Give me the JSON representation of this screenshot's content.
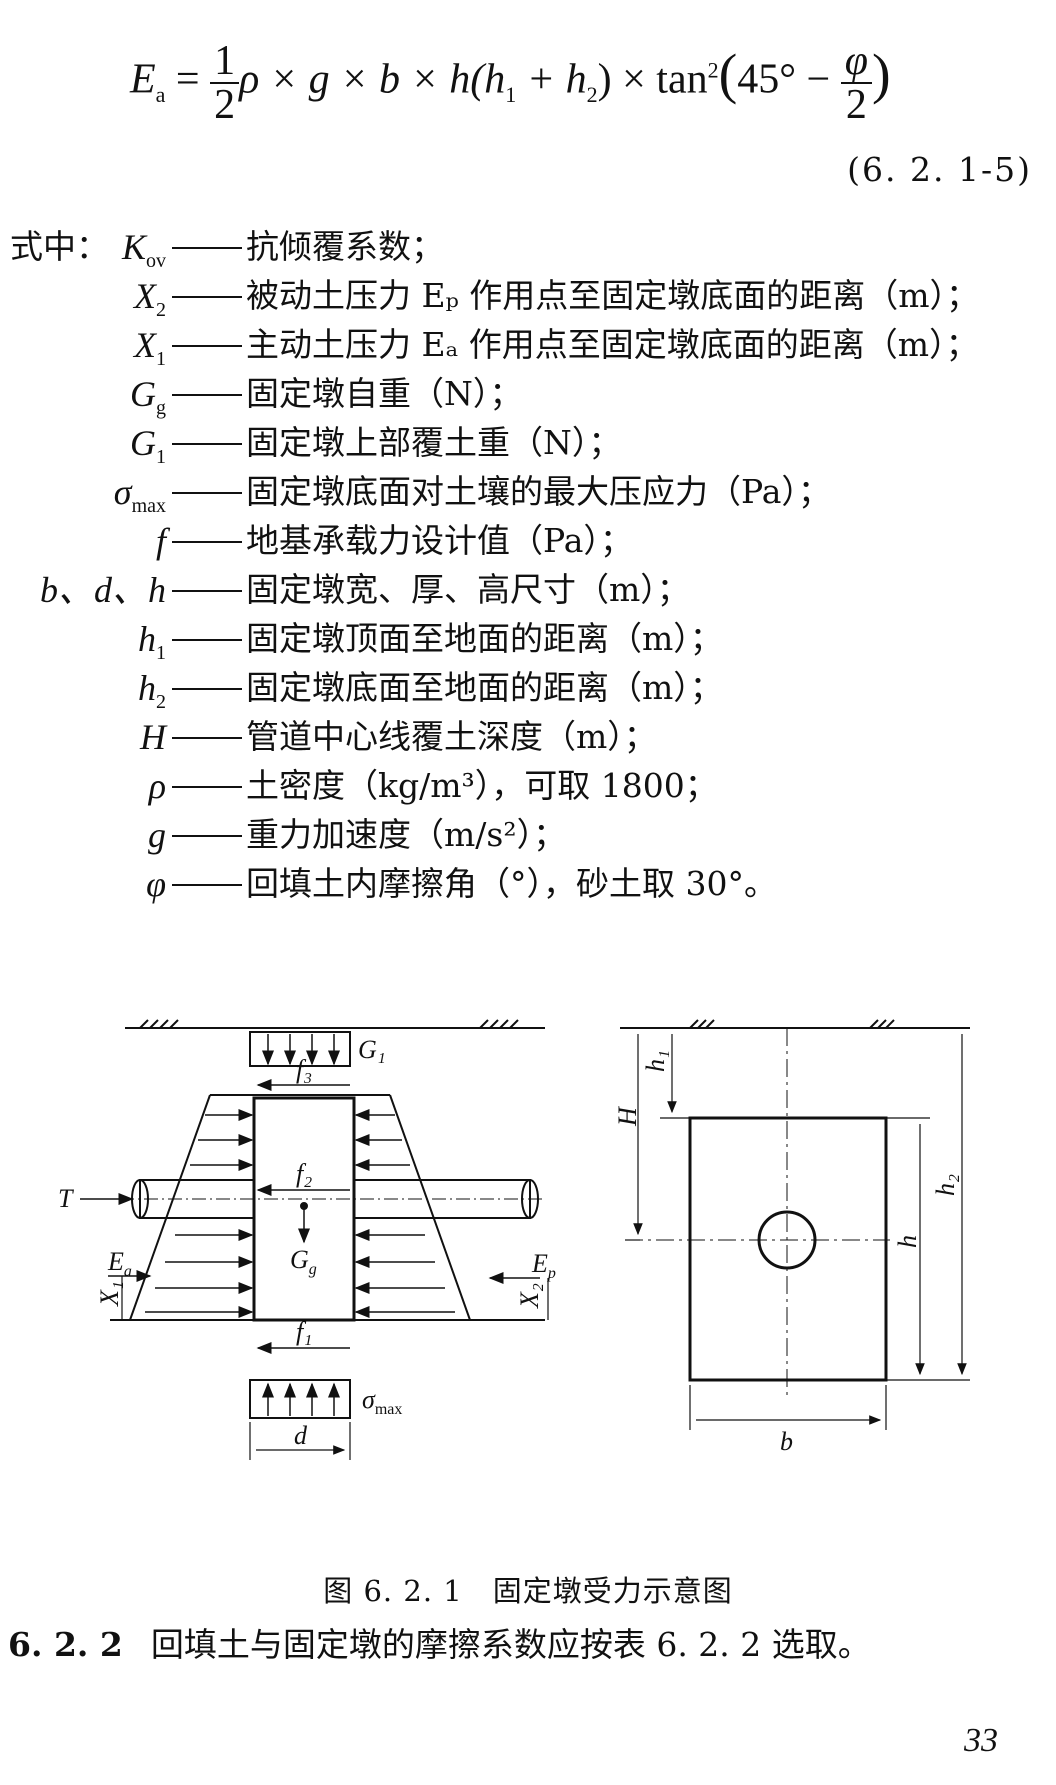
{
  "formula": {
    "lhs": "E",
    "lhs_sub": "a",
    "frac_num": "1",
    "frac_den": "2",
    "body": "ρ × g × b × h(h",
    "h1_sub": "1",
    "plus": " + h",
    "h2_sub": "2",
    "tan_part": ") × tan",
    "tan_sup": "2",
    "angle": "45° − ",
    "phi_num": "φ",
    "phi_den": "2",
    "equation_number": "(6. 2. 1-5)"
  },
  "definitions": {
    "prefix": "式中：",
    "items": [
      {
        "sym": "K",
        "sub": "ov",
        "desc": "抗倾覆系数；"
      },
      {
        "sym": "X",
        "sub": "2",
        "desc": "被动土压力 Eₚ 作用点至固定墩底面的距离（m）；"
      },
      {
        "sym": "X",
        "sub": "1",
        "desc": "主动土压力 Eₐ 作用点至固定墩底面的距离（m）；"
      },
      {
        "sym": "G",
        "sub": "g",
        "desc": "固定墩自重（N）；"
      },
      {
        "sym": "G",
        "sub": "1",
        "desc": "固定墩上部覆土重（N）；"
      },
      {
        "sym": "σ",
        "sub": "max",
        "desc": "固定墩底面对土壤的最大压应力（Pa）；"
      },
      {
        "sym": "f",
        "sub": "",
        "desc": "地基承载力设计值（Pa）；"
      },
      {
        "sym": "b、d、h",
        "sub": "",
        "desc": "固定墩宽、厚、高尺寸（m）；"
      },
      {
        "sym": "h",
        "sub": "1",
        "desc": "固定墩顶面至地面的距离（m）；"
      },
      {
        "sym": "h",
        "sub": "2",
        "desc": "固定墩底面至地面的距离（m）；"
      },
      {
        "sym": "H",
        "sub": "",
        "desc": "管道中心线覆土深度（m）；"
      },
      {
        "sym": "ρ",
        "sub": "",
        "desc": "土密度（kg/m³），可取 1800；"
      },
      {
        "sym": "g",
        "sub": "",
        "desc": "重力加速度（m/s²）；"
      },
      {
        "sym": "φ",
        "sub": "",
        "desc": "回填土内摩擦角（°），砂土取 30°。"
      }
    ]
  },
  "diagram_labels": {
    "G1": "G₁",
    "f3": "f₃",
    "f2": "f₂",
    "f1": "f₁",
    "T": "T",
    "Gg": "G",
    "Gg_sub": "g",
    "Ea": "E",
    "Ea_sub": "a",
    "Ep": "E",
    "Ep_sub": "p",
    "X1": "X₁",
    "X2": "X₂",
    "sigma": "σ",
    "sigma_sub": "max",
    "d": "d",
    "h1": "h₁",
    "H": "H",
    "h": "h",
    "h2": "h₂",
    "b": "b"
  },
  "caption": "图 6. 2. 1　固定墩受力示意图",
  "section": {
    "number": "6. 2. 2",
    "text": "回填土与固定墩的摩擦系数应按表 6. 2. 2 选取。"
  },
  "page_number": "33"
}
